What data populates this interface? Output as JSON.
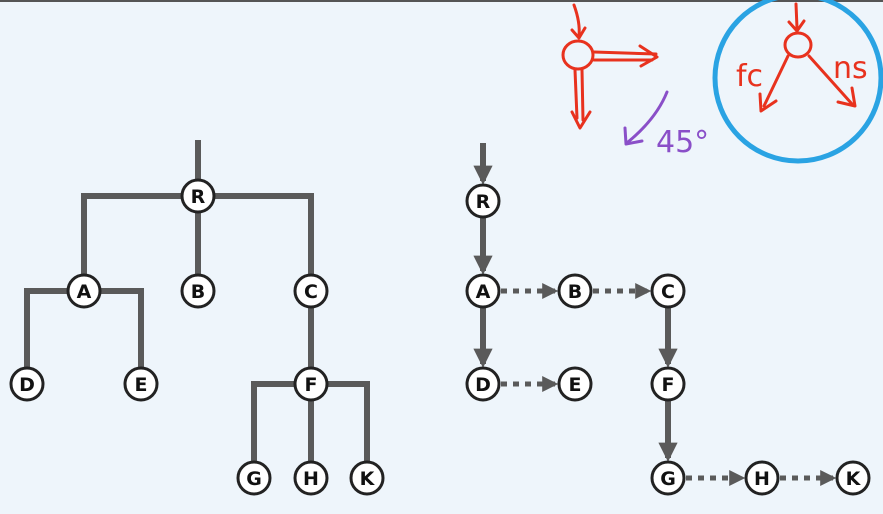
{
  "colors": {
    "background": "#eef5fb",
    "edge": "#5a5a5a",
    "node_stroke": "#222222",
    "annotation_red": "#e8321e",
    "annotation_purple": "#8a4fc8",
    "annotation_blue": "#2aa3e3"
  },
  "tree": {
    "nodes": [
      {
        "id": "R",
        "label": "R"
      },
      {
        "id": "A",
        "label": "A"
      },
      {
        "id": "B",
        "label": "B"
      },
      {
        "id": "C",
        "label": "C"
      },
      {
        "id": "D",
        "label": "D"
      },
      {
        "id": "E",
        "label": "E"
      },
      {
        "id": "F",
        "label": "F"
      },
      {
        "id": "G",
        "label": "G"
      },
      {
        "id": "H",
        "label": "H"
      },
      {
        "id": "K",
        "label": "K"
      }
    ],
    "children": {
      "R": [
        "A",
        "B",
        "C"
      ],
      "A": [
        "D",
        "E"
      ],
      "C": [
        "F"
      ],
      "F": [
        "G",
        "H",
        "K"
      ]
    }
  },
  "binary_tree": {
    "first_child_edges": [
      [
        "R",
        "A"
      ],
      [
        "A",
        "D"
      ],
      [
        "C",
        "F"
      ],
      [
        "F",
        "G"
      ]
    ],
    "next_sibling_edges": [
      [
        "A",
        "B"
      ],
      [
        "B",
        "C"
      ],
      [
        "D",
        "E"
      ],
      [
        "G",
        "H"
      ],
      [
        "H",
        "K"
      ]
    ]
  },
  "annotation": {
    "angle_label": "45°",
    "first_child_label": "fc",
    "next_sibling_label": "ns",
    "rotation_icon": "rotate-45-arrow-icon",
    "highlight_icon": "blue-circle-highlight-icon"
  }
}
